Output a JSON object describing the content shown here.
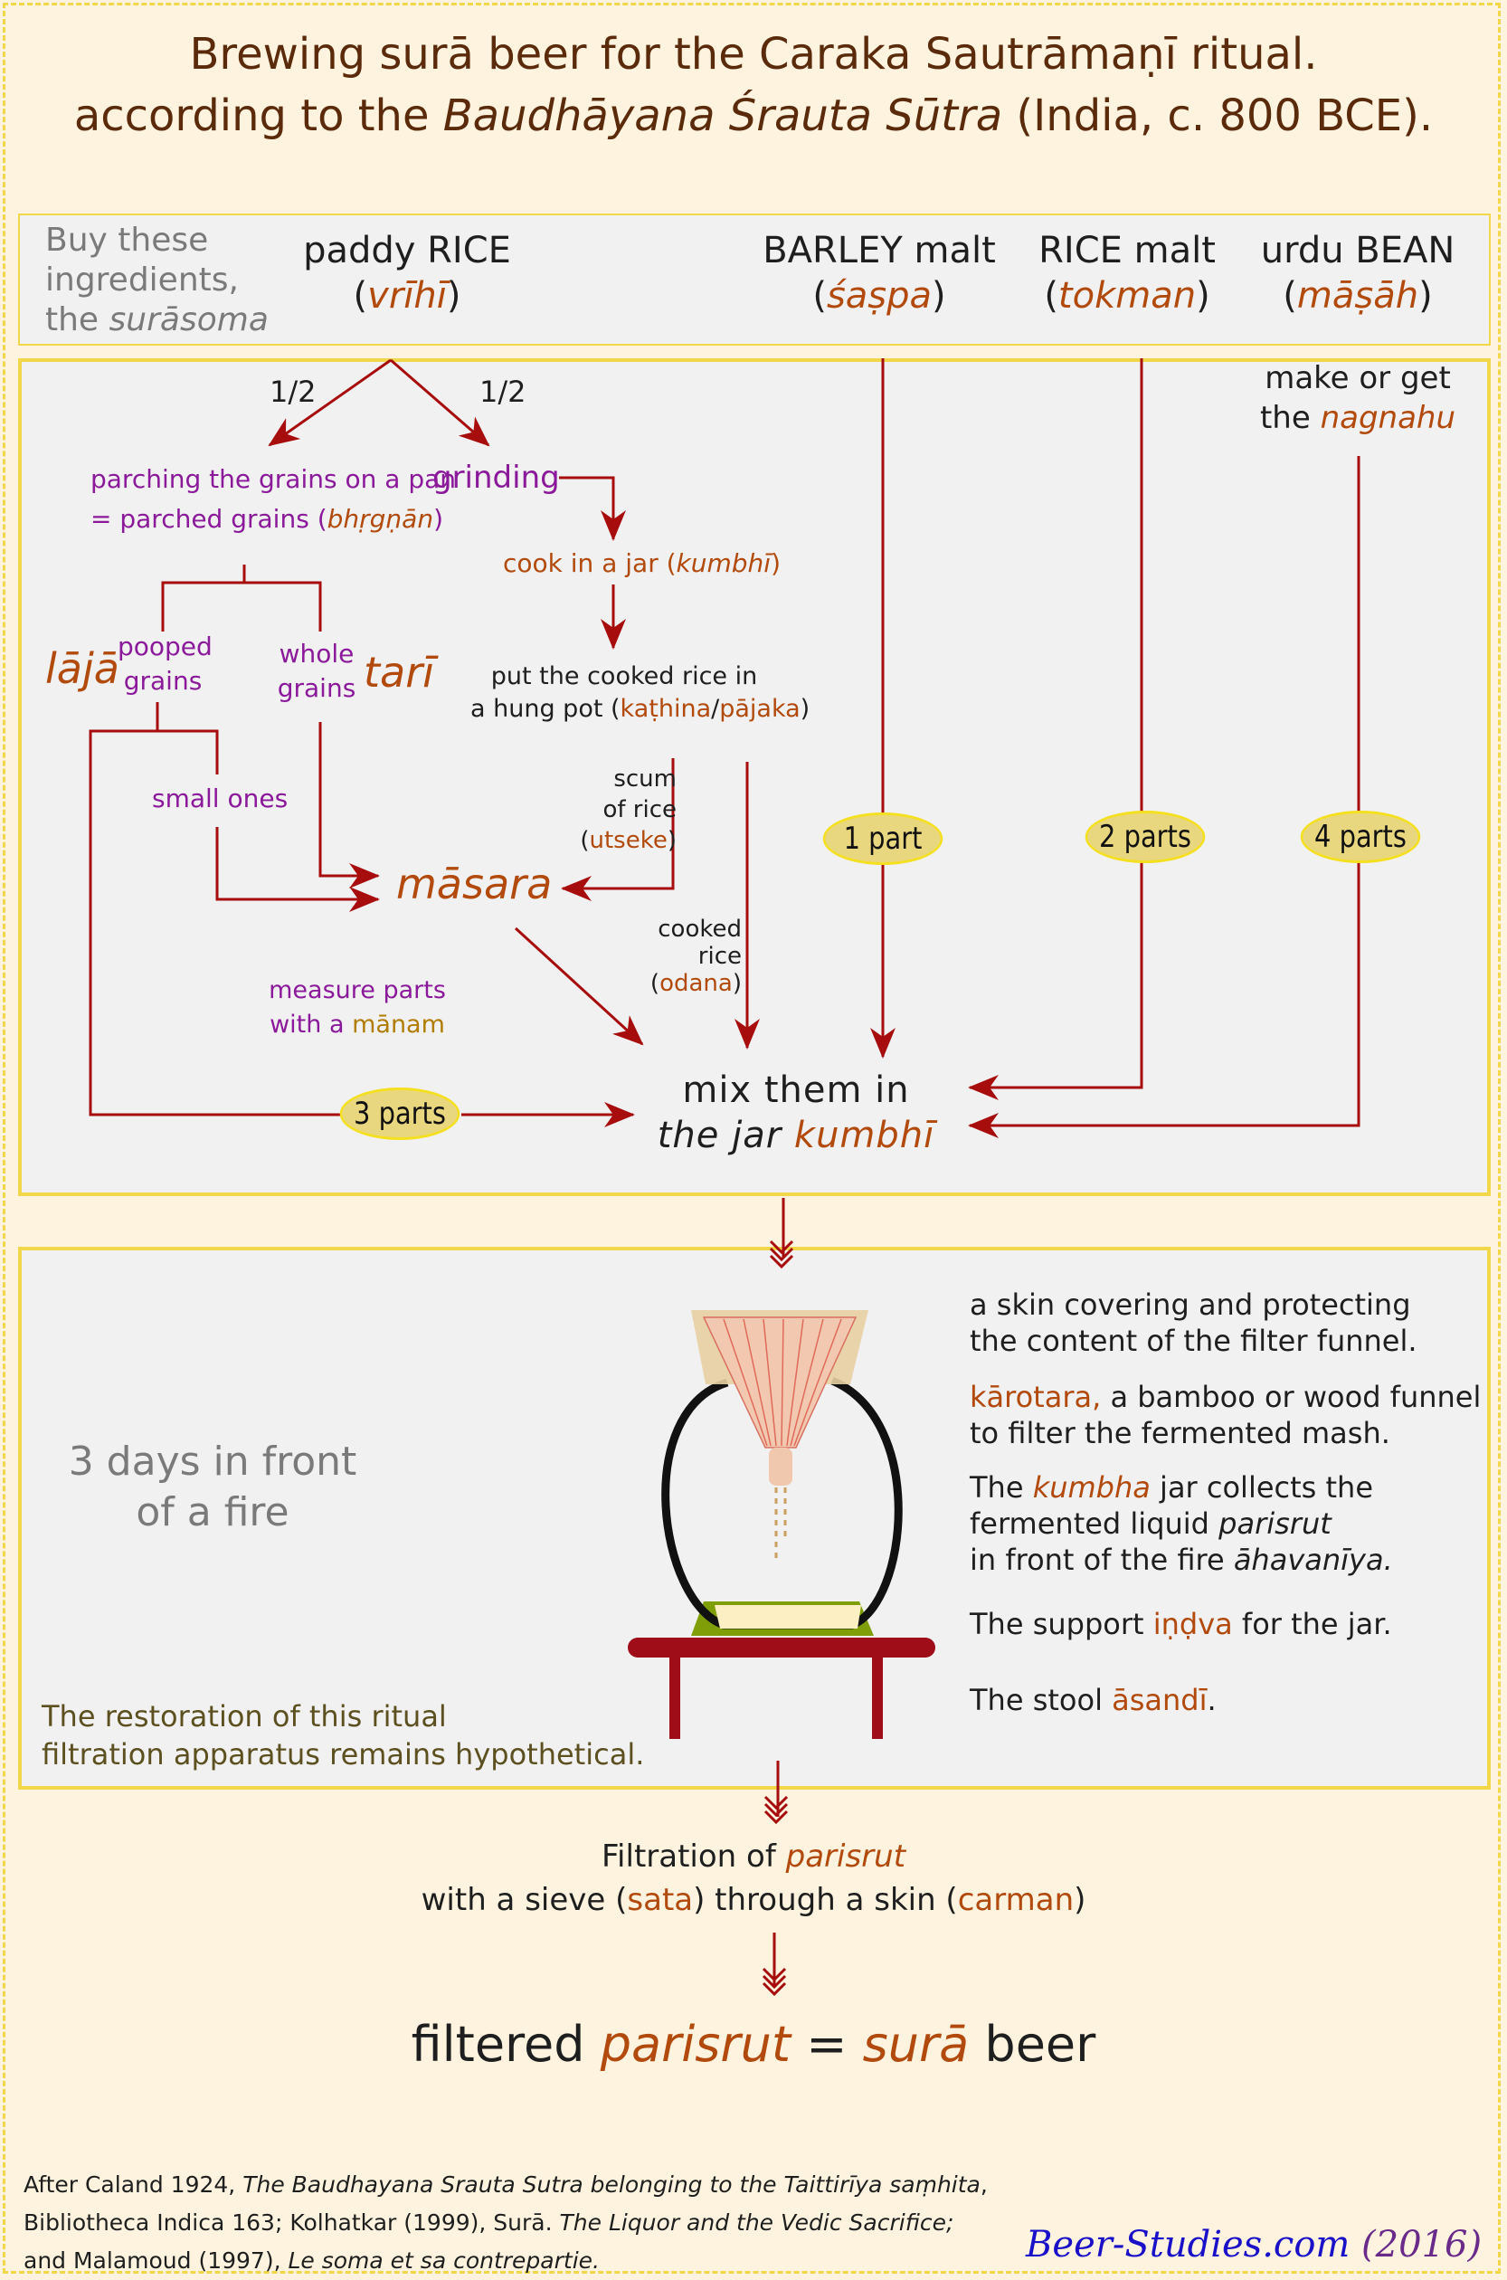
{
  "title": {
    "line1": "Brewing surā beer for the Caraka Sautrāmaṇī ritual.",
    "line2_pre": "according to the ",
    "line2_em": "Baudhāyana Śrauta Sūtra",
    "line2_post": " (India, c. 800 BCE)."
  },
  "ingredients": {
    "intro_l1": "Buy these",
    "intro_l2": "ingredients,",
    "intro_l3_pre": "the ",
    "intro_l3_em": "surāsoma",
    "items": [
      {
        "name": "paddy RICE",
        "term": "vrīhī"
      },
      {
        "name": "BARLEY malt",
        "term": "śaṣpa"
      },
      {
        "name": "RICE malt",
        "term": "tokman"
      },
      {
        "name": "urdu BEAN",
        "term": "māṣāh"
      }
    ]
  },
  "process": {
    "half_left": "1/2",
    "half_right": "1/2",
    "parching_l1": "parching the grains on a pan",
    "parching_l2_pre": "= parched grains (",
    "parching_l2_term": "bhṛgṇān",
    "parching_l2_post": ")",
    "grinding": "grinding",
    "cook_pre": "cook in a jar (",
    "cook_term": "kumbhī",
    "cook_post": ")",
    "put_l1": "put the cooked rice in",
    "put_l2_pre": "a hung pot (",
    "put_l2_term1": "kaṭhina",
    "put_l2_sep": "/",
    "put_l2_term2": "pājaka",
    "put_l2_post": ")",
    "laja": "lājā",
    "pooped_l1": "pooped",
    "pooped_l2": "grains",
    "whole_l1": "whole",
    "whole_l2": "grains",
    "tari": "tarī",
    "small_ones": "small ones",
    "scum_l1": "scum",
    "scum_l2": "of rice",
    "scum_term": "utseke",
    "masara": "māsara",
    "cooked_l1": "cooked",
    "cooked_l2": "rice",
    "cooked_term": "odana",
    "measure_l1": "measure parts",
    "measure_l2_pre": "with a ",
    "measure_l2_term": "mānam",
    "nagnahu_l1": "make or get",
    "nagnahu_l2_pre": "the ",
    "nagnahu_l2_term": "nagnahu",
    "parts": [
      "1 part",
      "2 parts",
      "4 parts",
      "3 parts"
    ],
    "mix_l1": "mix them in",
    "mix_l2_pre": "the jar ",
    "mix_l2_term": "kumbhī"
  },
  "fermentation": {
    "days_l1": "3 days in front",
    "days_l2": "of a fire",
    "note_l1": "The restoration of this ritual",
    "note_l2": "filtration apparatus remains hypothetical.",
    "skin_l1": "a skin covering and protecting",
    "skin_l2": "the content of the filter funnel.",
    "funnel_term": "kārotara,",
    "funnel_l1_post": " a bamboo or wood funnel",
    "funnel_l2": "to filter the fermented mash.",
    "jar_l1_pre": "The ",
    "jar_l1_term": "kumbha",
    "jar_l1_post": " jar collects the",
    "jar_l2_pre": "fermented liquid ",
    "jar_l2_term": "parisrut",
    "jar_l3_pre": "in front of the fire ",
    "jar_l3_term": "āhavanīya.",
    "support_pre": "The support ",
    "support_term": "iṇḍva",
    "support_post": " for the jar.",
    "stool_pre": "The stool ",
    "stool_term": "āsandī",
    "stool_post": "."
  },
  "filtration": {
    "l1_pre": "Filtration of ",
    "l1_term": "parisrut",
    "l2_pre": "with a sieve (",
    "l2_term1": "sata",
    "l2_mid": ") through a skin (",
    "l2_term2": "carman",
    "l2_post": ")"
  },
  "result": {
    "pre": "filtered ",
    "term1": "parisrut",
    "mid": " = ",
    "term2": "surā",
    "post": " beer"
  },
  "references": {
    "l1_pre": "After Caland 1924, ",
    "l1_em": "The Baudhayana Srauta Sutra belonging to the Taittirīya saṃhita",
    "l1_post": ",",
    "l2_pre": "Bibliotheca Indica 163; Kolhatkar (1999), Surā. ",
    "l2_em": "The Liquor and the Vedic Sacrifice;",
    "l3_pre": "and Malamoud (1997), ",
    "l3_em": "Le soma et sa contrepartie."
  },
  "credit": {
    "site": "Beer-Studies.com",
    "year": " (2016)"
  },
  "colors": {
    "background": "#fdf3de",
    "panel": "#f1f1f1",
    "panel_border": "#f2d74a",
    "arrow": "#a80d0d",
    "term": "#b14a0c",
    "purple": "#8a1a9a",
    "pill": "#e9d780"
  }
}
